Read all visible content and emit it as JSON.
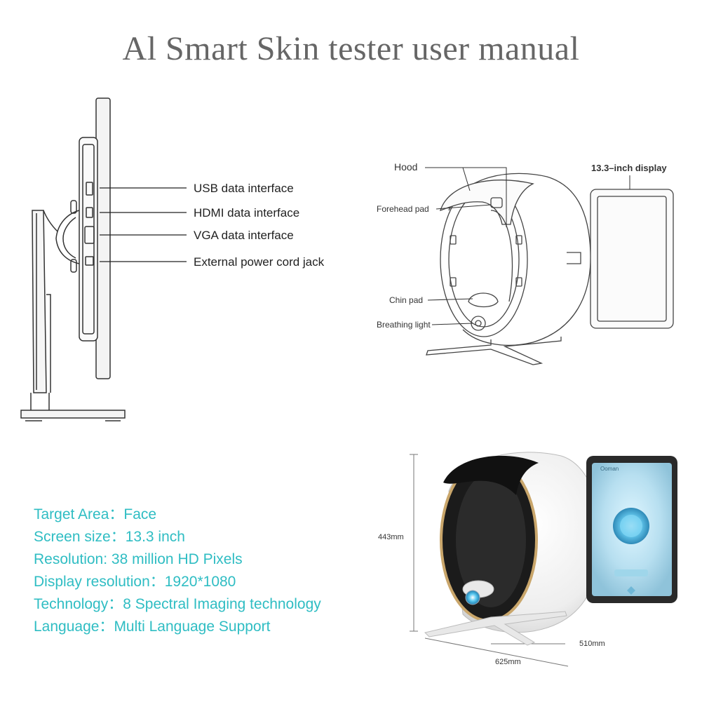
{
  "title": "Al Smart Skin tester user manual",
  "side_view": {
    "ports": [
      {
        "label": "USB data interface"
      },
      {
        "label": "HDMI data interface"
      },
      {
        "label": "VGA data interface"
      },
      {
        "label": "External power cord jack"
      }
    ]
  },
  "line_drawing": {
    "labels": {
      "hood": "Hood",
      "display": "13.3–inch display",
      "forehead_pad": "Forehead pad",
      "chin_pad": "Chin pad",
      "breathing_light": "Breathing light"
    }
  },
  "product_photo": {
    "dimensions": {
      "height": "443mm",
      "depth": "510mm",
      "width": "625mm"
    },
    "screen_text": "Ooman"
  },
  "specs": [
    {
      "key": "Target Area：",
      "value": "Face"
    },
    {
      "key": "Screen size：",
      "value": "13.3 inch"
    },
    {
      "key": "Resolution: ",
      "value": "38 million HD Pixels"
    },
    {
      "key": "Display resolution：",
      "value": "1920*1080"
    },
    {
      "key": "Technology：",
      "value": "8 Spectral Imaging technology"
    },
    {
      "key": "Language：",
      "value": "Multi Language Support"
    }
  ],
  "colors": {
    "spec_text": "#2fbdc3",
    "title_text": "#666666"
  }
}
